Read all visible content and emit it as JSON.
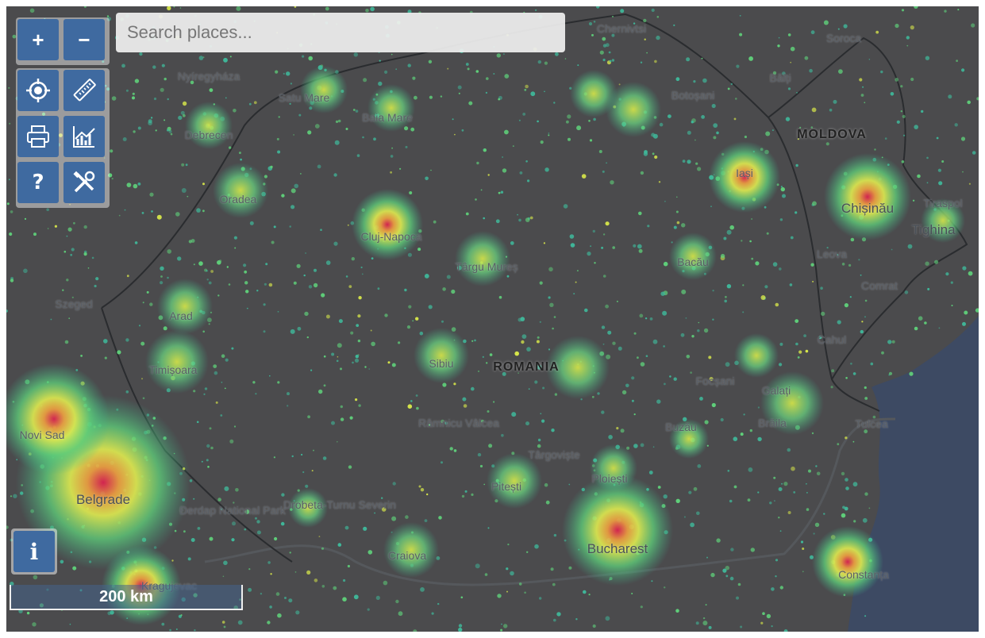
{
  "search": {
    "placeholder": "Search places..."
  },
  "controls": {
    "zoom_in": "+",
    "zoom_out": "−",
    "help": "?",
    "info": "i"
  },
  "scale_bar": {
    "label": "200 km"
  },
  "colors": {
    "land": "#4b4b4d",
    "sea": "#3d4a63",
    "button": "#3f6aa0",
    "light_low": "#5fd07a",
    "light_mid": "#d8e84a",
    "light_high": "#e03050"
  },
  "places": [
    {
      "name": "ROMANIA",
      "kind": "country"
    },
    {
      "name": "MOLDOVA",
      "kind": "country"
    },
    {
      "name": "Chernivtsi",
      "kind": "city"
    },
    {
      "name": "Soroca",
      "kind": "city"
    },
    {
      "name": "Bălți",
      "kind": "city"
    },
    {
      "name": "Botoșani",
      "kind": "city"
    },
    {
      "name": "Iași",
      "kind": "city"
    },
    {
      "name": "Chișinău",
      "kind": "major"
    },
    {
      "name": "Tiraspol",
      "kind": "city"
    },
    {
      "name": "Tighina",
      "kind": "major"
    },
    {
      "name": "Leova",
      "kind": "city"
    },
    {
      "name": "Comrat",
      "kind": "city"
    },
    {
      "name": "Cahul",
      "kind": "city"
    },
    {
      "name": "Bacău",
      "kind": "city"
    },
    {
      "name": "Focșani",
      "kind": "city"
    },
    {
      "name": "Galați",
      "kind": "city"
    },
    {
      "name": "Brăila",
      "kind": "city"
    },
    {
      "name": "Tulcea",
      "kind": "city"
    },
    {
      "name": "Buzău",
      "kind": "city"
    },
    {
      "name": "Constanța",
      "kind": "city"
    },
    {
      "name": "Bucharest",
      "kind": "major"
    },
    {
      "name": "Ploiești",
      "kind": "city"
    },
    {
      "name": "Târgoviște",
      "kind": "city"
    },
    {
      "name": "Pitești",
      "kind": "city"
    },
    {
      "name": "Râmnicu Vâlcea",
      "kind": "city"
    },
    {
      "name": "Craiova",
      "kind": "city"
    },
    {
      "name": "Drobeta-Turnu Severin",
      "kind": "city"
    },
    {
      "name": "Sibiu",
      "kind": "city"
    },
    {
      "name": "Târgu Mureș",
      "kind": "city"
    },
    {
      "name": "Cluj-Napoca",
      "kind": "city"
    },
    {
      "name": "Oradea",
      "kind": "city"
    },
    {
      "name": "Arad",
      "kind": "city"
    },
    {
      "name": "Timișoara",
      "kind": "city"
    },
    {
      "name": "Satu Mare",
      "kind": "city"
    },
    {
      "name": "Baia Mare",
      "kind": "city"
    },
    {
      "name": "Nyíregyháza",
      "kind": "city"
    },
    {
      "name": "Debrecen",
      "kind": "city"
    },
    {
      "name": "Szeged",
      "kind": "city"
    },
    {
      "name": "Novi Sad",
      "kind": "city"
    },
    {
      "name": "Belgrade",
      "kind": "major"
    },
    {
      "name": "Kragujevac",
      "kind": "city"
    },
    {
      "name": "Đerdap National Park",
      "kind": "city"
    }
  ]
}
